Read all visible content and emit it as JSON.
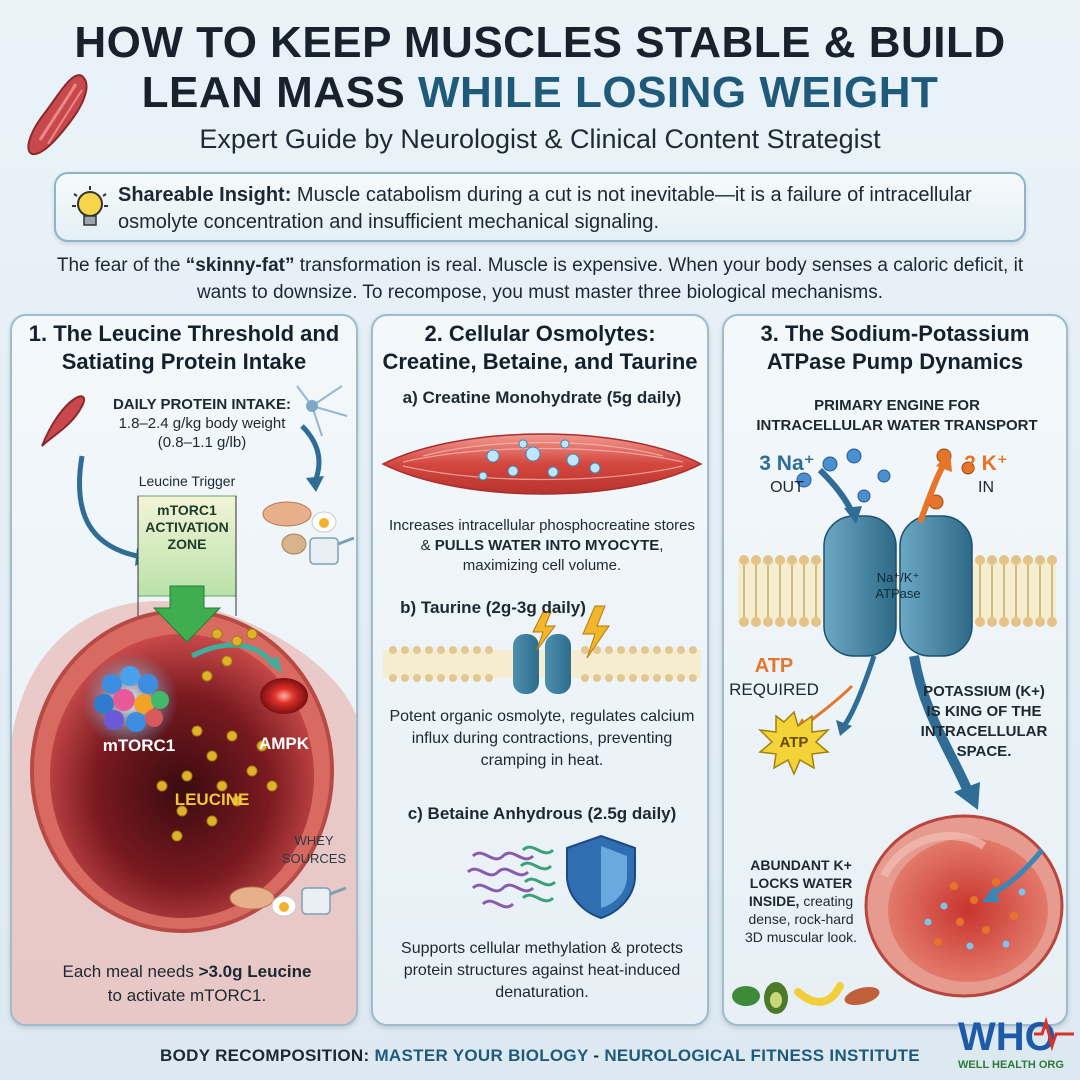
{
  "header": {
    "title_line1": "HOW TO KEEP MUSCLES STABLE & BUILD",
    "title_line2_dark": "LEAN MASS ",
    "title_line2_accent": "WHILE LOSING WEIGHT",
    "subtitle": "Expert Guide by Neurologist & Clinical Content Strategist"
  },
  "insight": {
    "label": "Shareable Insight:",
    "text": " Muscle catabolism during a cut is not inevitable—it is a failure of intracellular osmolyte concentration and insufficient mechanical signaling."
  },
  "intro": {
    "pre": "The fear of the ",
    "bold": "“skinny-fat”",
    "post": " transformation is real. Muscle is expensive. When your body senses a caloric deficit, it wants to downsize. To recompose, you must master three biological mechanisms."
  },
  "panel1": {
    "title_line1": "1. The Leucine Threshold and",
    "title_line2": "Satiating Protein Intake",
    "protein_heading": "DAILY PROTEIN INTAKE:",
    "protein_kg": "1.8–2.4 g/kg body weight",
    "protein_lb": "(0.8–1.1 g/lb)",
    "leucine_trigger": "Leucine Trigger",
    "zone_line1": "mTORC1",
    "zone_line2": "ACTIVATION",
    "zone_line3": "ZONE",
    "label_mtorc1": "mTORC1",
    "label_ampk": "AMPK",
    "label_leucine": "LEUCINE",
    "whey_line1": "WHEY",
    "whey_line2": "SOURCES",
    "bottom_pre": "Each meal needs ",
    "bottom_bold": ">3.0g Leucine",
    "bottom_post": "to activate mTORC1."
  },
  "panel2": {
    "title_line1": "2. Cellular Osmolytes:",
    "title_line2": "Creatine, Betaine, and Taurine",
    "a_heading": "a) Creatine Monohydrate (5g daily)",
    "a_text_pre": "Increases intracellular phosphocreatine stores & ",
    "a_text_bold": "PULLS WATER INTO MYOCYTE",
    "a_text_post": ", maximizing cell volume.",
    "b_heading": "b) Taurine (2g-3g daily)",
    "b_text": "Potent organic osmolyte, regulates calcium influx during contractions, preventing cramping in heat.",
    "c_heading": "c) Betaine Anhydrous (2.5g daily)",
    "c_text": "Supports cellular methylation & protects protein structures against heat-induced denaturation."
  },
  "panel3": {
    "title_line1": "3. The Sodium-Potassium",
    "title_line2": "ATPase Pump Dynamics",
    "engine_line1": "PRIMARY ENGINE FOR",
    "engine_line2": "INTRACELLULAR WATER TRANSPORT",
    "na_label": "3 Na⁺",
    "na_dir": "OUT",
    "k_label": "2 K⁺",
    "k_dir": "IN",
    "pump_line1": "Na⁺/K⁺",
    "pump_line2": "ATPase",
    "atp_label": "ATP",
    "atp_required": "REQUIRED",
    "atp_burst": "ATP",
    "potassium_line1": "POTASSIUM (K+)",
    "potassium_line2": "IS KING OF THE",
    "potassium_line3": "INTRACELLULAR",
    "potassium_line4": "SPACE.",
    "abundant_b1": "ABUNDANT K+",
    "abundant_b2": "LOCKS WATER",
    "abundant_b3": "INSIDE,",
    "abundant_t3": " creating",
    "abundant_t4": "dense, rock-hard",
    "abundant_t5": "3D muscular look."
  },
  "footer": {
    "dark1": "BODY RECOMPOSITION: ",
    "accent1": "MASTER YOUR BIOLOGY",
    "dark2": " - ",
    "accent2": "NEUROLOGICAL FITNESS INSTITUTE"
  },
  "brand": {
    "logo_text": "WHO",
    "logo_sub": "WELL HEALTH ORG"
  },
  "colors": {
    "accent": "#1f5a7a",
    "panel_border": "#9dbccd",
    "leucine_gold": "#e0b22a",
    "ampk_red": "#d8322a",
    "atp_orange": "#e4752b"
  }
}
